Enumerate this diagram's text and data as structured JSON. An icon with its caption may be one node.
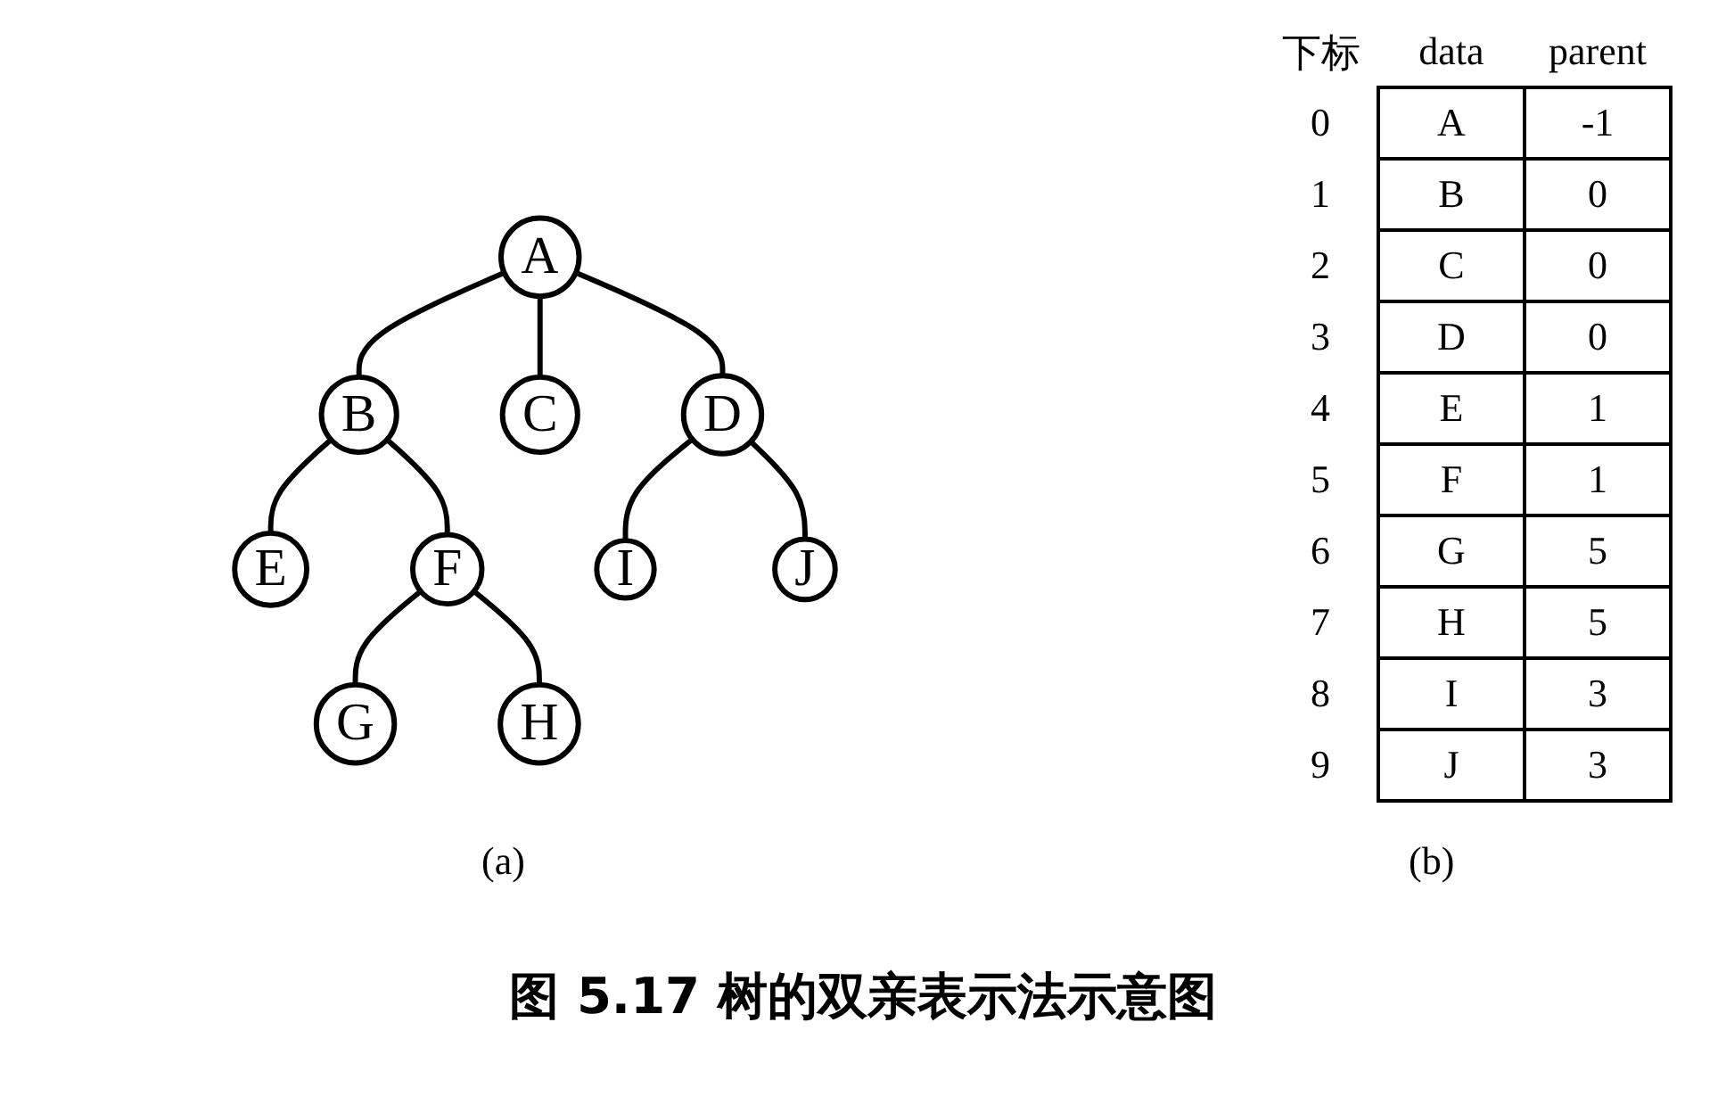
{
  "diagram": {
    "caption": "图 5.17 树的双亲表示法示意图",
    "nodes": [
      {
        "text": [
          "A"
        ]
      },
      {
        "text": [
          "B"
        ]
      },
      {
        "text": [
          "C"
        ]
      },
      {
        "text": [
          "D"
        ]
      },
      {
        "text": [
          "E"
        ]
      },
      {
        "text": [
          "F"
        ]
      },
      {
        "text": [
          "I"
        ]
      },
      {
        "text": [
          "J"
        ]
      },
      {
        "text": [
          "G"
        ]
      },
      {
        "text": [
          "H"
        ]
      }
    ],
    "edges": [
      {
        "from": 0,
        "to": 1,
        "arrow": "none"
      },
      {
        "from": 0,
        "to": 2,
        "arrow": "none"
      },
      {
        "from": 0,
        "to": 3,
        "arrow": "none"
      },
      {
        "from": 1,
        "to": 4,
        "arrow": "none"
      },
      {
        "from": 1,
        "to": 5,
        "arrow": "none"
      },
      {
        "from": 3,
        "to": 6,
        "arrow": "none"
      },
      {
        "from": 3,
        "to": 7,
        "arrow": "none"
      },
      {
        "from": 5,
        "to": 8,
        "arrow": "none"
      },
      {
        "from": 5,
        "to": 9,
        "arrow": "none"
      }
    ],
    "labels": [
      "下标",
      "data",
      "parent",
      "0",
      "A",
      "-1",
      "1",
      "B",
      "0",
      "2",
      "C",
      "0",
      "3",
      "D",
      "0",
      "4",
      "E",
      "1",
      "5",
      "F",
      "1",
      "6",
      "G",
      "5",
      "7",
      "H",
      "5",
      "8",
      "I",
      "3",
      "9",
      "J",
      "3",
      "(a)",
      "(b)"
    ]
  }
}
